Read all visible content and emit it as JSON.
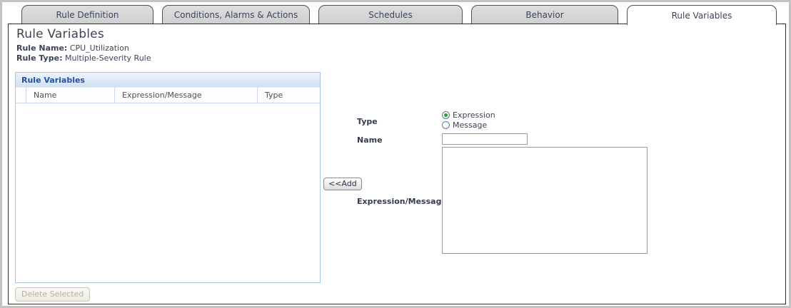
{
  "tabs": [
    {
      "label": "Rule Definition",
      "active": false
    },
    {
      "label": "Conditions, Alarms & Actions",
      "active": false
    },
    {
      "label": "Schedules",
      "active": false
    },
    {
      "label": "Behavior",
      "active": false
    },
    {
      "label": "Rule Variables",
      "active": true
    }
  ],
  "page": {
    "title": "Rule Variables",
    "rule_name_label": "Rule Name:",
    "rule_name": "CPU_Utilization",
    "rule_type_label": "Rule Type:",
    "rule_type": "Multiple-Severity Rule"
  },
  "table": {
    "panel_title": "Rule Variables",
    "columns": [
      "",
      "Name",
      "Expression/Message",
      "Type"
    ],
    "rows": [],
    "delete_button_label": "Delete Selected",
    "delete_button_enabled": false
  },
  "form": {
    "type_label": "Type",
    "type_options": [
      {
        "label": "Expression",
        "selected": true
      },
      {
        "label": "Message",
        "selected": false
      }
    ],
    "name_label": "Name",
    "name_value": "",
    "add_button_label": "<<Add",
    "expression_label": "Expression/Message",
    "expression_value": ""
  },
  "colors": {
    "tab_background": "#d6d6d6",
    "tab_text": "#3a4459",
    "panel_border": "#2e2e2e",
    "table_border": "#a9c3e2",
    "table_header_gradient_top": "#eef4fc",
    "table_header_gradient_bottom": "#cfe0f3",
    "table_header_text": "#24509e",
    "radio_selected_dot": "#2f9e33",
    "disabled_text": "#b7af9f"
  }
}
